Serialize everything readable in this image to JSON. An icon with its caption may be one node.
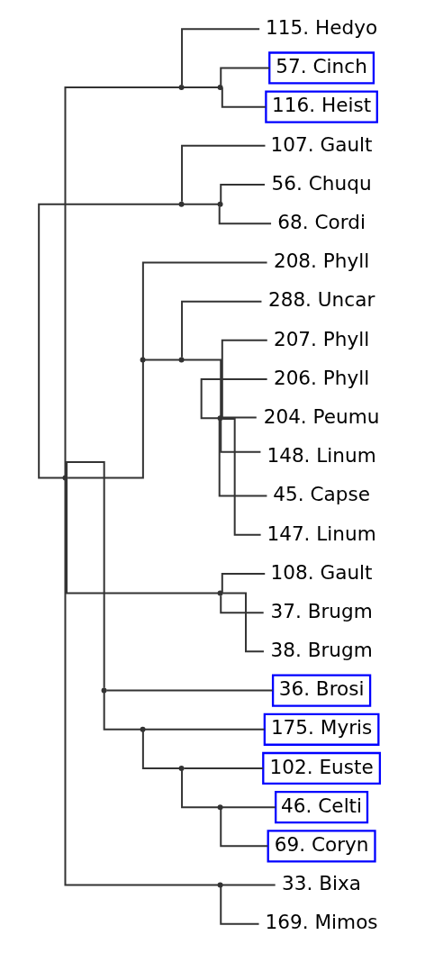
{
  "diagram": {
    "nodes": [
      {
        "text": [],
        "shape": "point"
      },
      {
        "text": [],
        "shape": "point"
      },
      {
        "text": [
          "115. Hedyo"
        ]
      },
      {
        "text": [],
        "shape": "point"
      },
      {
        "text": [
          "57. Cinch"
        ]
      },
      {
        "text": [
          "116. Heist"
        ]
      },
      {
        "text": [],
        "shape": "point"
      },
      {
        "text": [
          "107. Gault"
        ]
      },
      {
        "text": [],
        "shape": "point"
      },
      {
        "text": [
          "56. Chuqu"
        ]
      },
      {
        "text": [
          "68. Cordi"
        ]
      },
      {
        "text": [],
        "shape": "point"
      },
      {
        "text": [
          "208. Phyll"
        ]
      },
      {
        "text": [],
        "shape": "point"
      },
      {
        "text": [
          "288. Uncar"
        ]
      },
      {
        "text": [],
        "shape": "point"
      },
      {
        "text": [
          "207. Phyll"
        ]
      },
      {
        "text": [
          "206. Phyll"
        ]
      },
      {
        "text": [
          "204. Peumu"
        ]
      },
      {
        "text": [
          "148. Linum"
        ]
      },
      {
        "text": [
          "45. Capse"
        ]
      },
      {
        "text": [
          "147. Linum"
        ]
      },
      {
        "text": [],
        "shape": "point"
      },
      {
        "text": [
          "108. Gault"
        ]
      },
      {
        "text": [
          "37. Brugm"
        ]
      },
      {
        "text": [
          "38. Brugm"
        ]
      },
      {
        "text": [],
        "shape": "point"
      },
      {
        "text": [
          "36. Brosi"
        ]
      },
      {
        "text": [],
        "shape": "point"
      },
      {
        "text": [
          "175. Myris"
        ]
      },
      {
        "text": [],
        "shape": "point"
      },
      {
        "text": [
          "102. Euste"
        ]
      },
      {
        "text": [],
        "shape": "point"
      },
      {
        "text": [
          "46. Celti"
        ]
      },
      {
        "text": [
          "69. Coryn"
        ]
      },
      {
        "text": [],
        "shape": "point"
      },
      {
        "text": [
          "33. Bixa"
        ]
      },
      {
        "text": [
          "169. Mimos"
        ]
      }
    ],
    "edges": [
      {
        "from": 0,
        "to": 1,
        "arrow": "none"
      },
      {
        "from": 1,
        "to": 2,
        "arrow": "none"
      },
      {
        "from": 1,
        "to": 3,
        "arrow": "none"
      },
      {
        "from": 3,
        "to": 4,
        "arrow": "none"
      },
      {
        "from": 3,
        "to": 5,
        "arrow": "none"
      },
      {
        "from": 0,
        "to": 6,
        "arrow": "none"
      },
      {
        "from": 6,
        "to": 7,
        "arrow": "none"
      },
      {
        "from": 6,
        "to": 8,
        "arrow": "none"
      },
      {
        "from": 8,
        "to": 9,
        "arrow": "none"
      },
      {
        "from": 8,
        "to": 10,
        "arrow": "none"
      },
      {
        "from": 0,
        "to": 11,
        "arrow": "none"
      },
      {
        "from": 11,
        "to": 12,
        "arrow": "none"
      },
      {
        "from": 11,
        "to": 13,
        "arrow": "none"
      },
      {
        "from": 13,
        "to": 14,
        "arrow": "none"
      },
      {
        "from": 13,
        "to": 15,
        "arrow": "none"
      },
      {
        "from": 15,
        "to": 16,
        "arrow": "none"
      },
      {
        "from": 15,
        "to": 17,
        "arrow": "none"
      },
      {
        "from": 15,
        "to": 18,
        "arrow": "none"
      },
      {
        "from": 15,
        "to": 19,
        "arrow": "none"
      },
      {
        "from": 15,
        "to": 20,
        "arrow": "none"
      },
      {
        "from": 15,
        "to": 21,
        "arrow": "none"
      },
      {
        "from": 0,
        "to": 22,
        "arrow": "none"
      },
      {
        "from": 22,
        "to": 23,
        "arrow": "none"
      },
      {
        "from": 22,
        "to": 24,
        "arrow": "none"
      },
      {
        "from": 22,
        "to": 25,
        "arrow": "none"
      },
      {
        "from": 0,
        "to": 26,
        "arrow": "none"
      },
      {
        "from": 26,
        "to": 27,
        "arrow": "none"
      },
      {
        "from": 26,
        "to": 28,
        "arrow": "none"
      },
      {
        "from": 28,
        "to": 29,
        "arrow": "none"
      },
      {
        "from": 28,
        "to": 30,
        "arrow": "none"
      },
      {
        "from": 30,
        "to": 31,
        "arrow": "none"
      },
      {
        "from": 30,
        "to": 32,
        "arrow": "none"
      },
      {
        "from": 32,
        "to": 33,
        "arrow": "none"
      },
      {
        "from": 32,
        "to": 34,
        "arrow": "none"
      },
      {
        "from": 0,
        "to": 35,
        "arrow": "none"
      },
      {
        "from": 35,
        "to": 36,
        "arrow": "none"
      },
      {
        "from": 35,
        "to": 37,
        "arrow": "none"
      }
    ]
  }
}
